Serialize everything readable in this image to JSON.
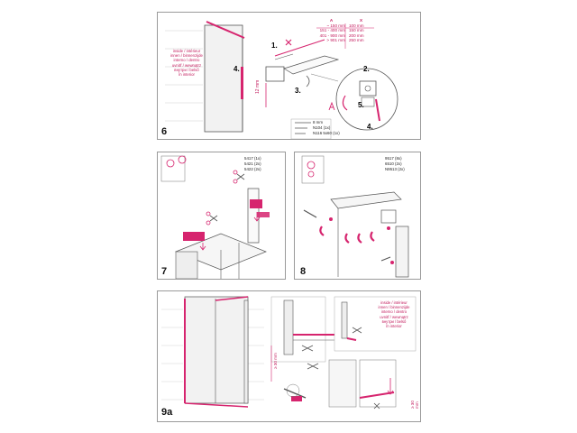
{
  "panel6": {
    "number": "6",
    "side_text": [
      "inside / intérieur",
      "innen / binnenzijde",
      "interno / dentro",
      "uvnitř / wewnątrz",
      "внутри / belső",
      "în interior"
    ],
    "steps": {
      "s1": "1.",
      "s2": "2.",
      "s3": "3.",
      "s4a": "4.",
      "s4b": "4.",
      "s5": "5."
    },
    "table_headers": {
      "a": "A",
      "x": "X"
    },
    "table_rows": [
      {
        "a": "~ 150 mm",
        "x": "100 mm"
      },
      {
        "a": "151 - 400 mm",
        "x": "150 mm"
      },
      {
        "a": "401 - 900 mm",
        "x": "200 mm"
      },
      {
        "a": "> 901 mm",
        "x": "250 mm"
      }
    ],
    "dim_12": "12 mm",
    "parts": {
      "p1": "8 mm",
      "p2": "N104 (1x)",
      "p3": "N116 5x60 (1x)"
    }
  },
  "panel7": {
    "number": "7",
    "parts": {
      "p1": "5417 (1x)",
      "p2": "5421 (2x)",
      "p3": "5422 (2x)"
    }
  },
  "panel8": {
    "number": "8",
    "parts": {
      "p1": "9517 (8x)",
      "p2": "6510 (2x)",
      "p3": "N9513 (2x)"
    }
  },
  "panel9a": {
    "number": "9a",
    "side_text": [
      "inside / intérieur",
      "innen / binnenzijde",
      "interno / dentro",
      "uvnitř / wewnątrz",
      "внутри / belső",
      "în interior"
    ],
    "dim_a": "≥ 30 mm",
    "dim_b": "≥ 30 mm"
  },
  "colors": {
    "accent": "#d6246e",
    "line": "#444444"
  }
}
